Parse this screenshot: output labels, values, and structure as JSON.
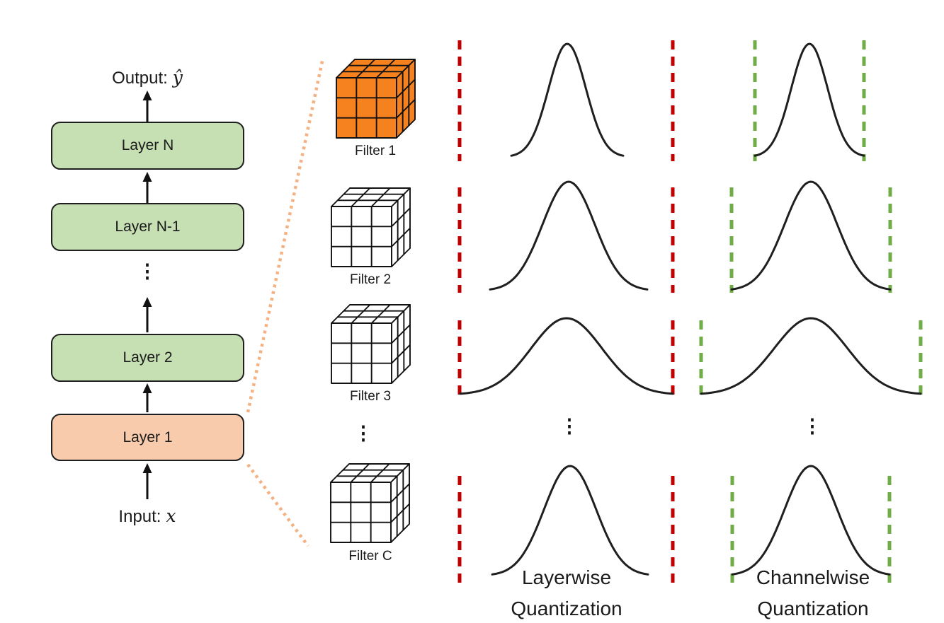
{
  "figure": {
    "description": "Layerwise vs channelwise quantization of convolutional filter weight distributions"
  },
  "network": {
    "output_prefix": "Output:",
    "output_var": "ŷ",
    "input_prefix": "Input:",
    "input_var": "x",
    "layers": [
      {
        "label": "Layer N",
        "color": "green"
      },
      {
        "label": "Layer N-1",
        "color": "green"
      },
      {
        "label": "Layer 2",
        "color": "green"
      },
      {
        "label": "Layer 1",
        "color": "orange"
      }
    ]
  },
  "filters": {
    "items": [
      {
        "label": "Filter 1",
        "highlighted": true
      },
      {
        "label": "Filter 2",
        "highlighted": false
      },
      {
        "label": "Filter 3",
        "highlighted": false
      },
      {
        "label": "Filter C",
        "highlighted": false
      }
    ]
  },
  "ellipsis": "⋮",
  "columns": {
    "layerwise": {
      "line1": "Layerwise",
      "line2": "Quantization"
    },
    "channelwise": {
      "line1": "Channelwise",
      "line2": "Quantization"
    }
  },
  "distributions": {
    "rows": [
      {
        "filter": "Filter 1",
        "spread": "narrow"
      },
      {
        "filter": "Filter 2",
        "spread": "medium"
      },
      {
        "filter": "Filter 3",
        "spread": "wide"
      },
      {
        "filter": "Filter C",
        "spread": "medium"
      }
    ],
    "layerwise_range": "fixed wide clip range per layer",
    "channelwise_range": "clip range fitted per channel"
  },
  "colors": {
    "layer_green": "#C6E0B4",
    "layer_orange": "#F8CBAD",
    "cube_orange": "#F5821F",
    "cube_white": "#FFFFFF",
    "cube_edge": "#111111",
    "dash_red": "#C00000",
    "dash_green": "#70AD47",
    "connector_orange": "#F4B183",
    "curve": "#1F1F1F",
    "arrow": "#111111"
  }
}
